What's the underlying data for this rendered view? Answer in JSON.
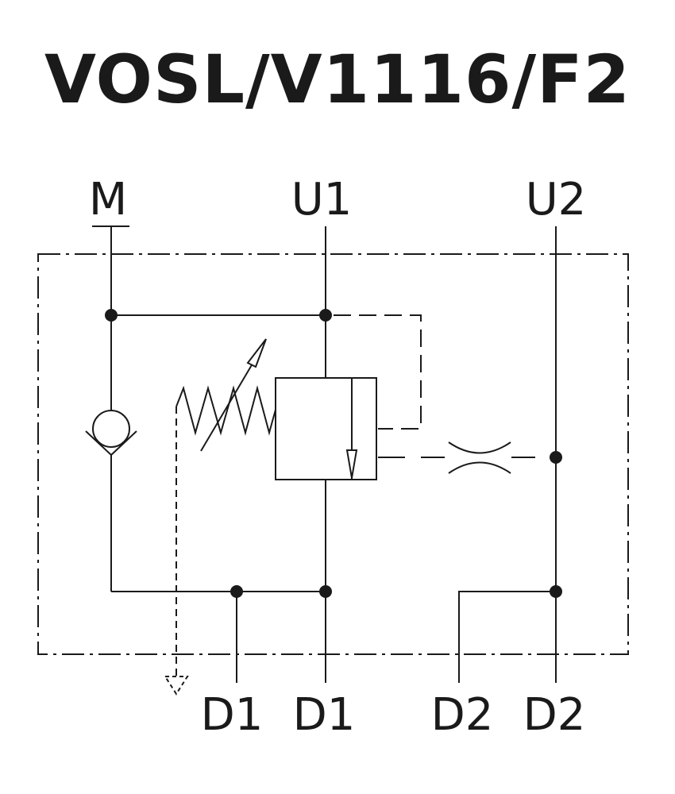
{
  "title": "VOSL/V1116/F2",
  "ports": {
    "m": "M",
    "u1": "U1",
    "u2": "U2",
    "d1_left": "D1",
    "d1_right": "D1",
    "d2_left": "D2",
    "d2_right": "D2"
  },
  "colors": {
    "line": "#1a1a1a",
    "background": "#ffffff"
  }
}
